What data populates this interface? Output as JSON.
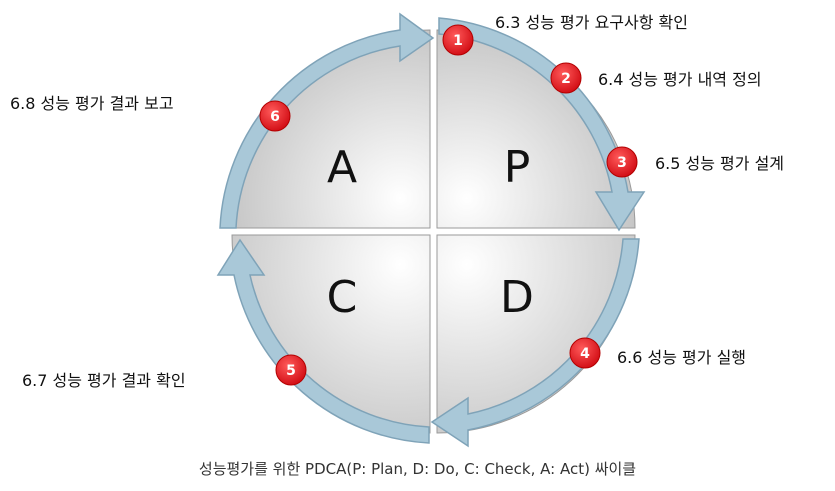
{
  "quadrants": {
    "plan": "P",
    "do": "D",
    "check": "C",
    "act": "A"
  },
  "steps": [
    {
      "num": "1",
      "label": "6.3 성능 평가 요구사항 확인"
    },
    {
      "num": "2",
      "label": "6.4 성능 평가 내역 정의"
    },
    {
      "num": "3",
      "label": "6.5 성능 평가 설계"
    },
    {
      "num": "4",
      "label": "6.6 성능 평가 실행"
    },
    {
      "num": "5",
      "label": "6.7 성능 평가 결과 확인"
    },
    {
      "num": "6",
      "label": "6.8 성능 평가 결과 보고"
    }
  ],
  "caption": "성능평가를 위한 PDCA(P: Plan, D: Do, C: Check, A: Act) 싸이클",
  "colors": {
    "arrow_fill": "#a9c8d8",
    "arrow_stroke": "#7fa3b8",
    "badge": "#e8141b",
    "quad_light": "#ffffff",
    "quad_dark": "#c4c4c4"
  }
}
